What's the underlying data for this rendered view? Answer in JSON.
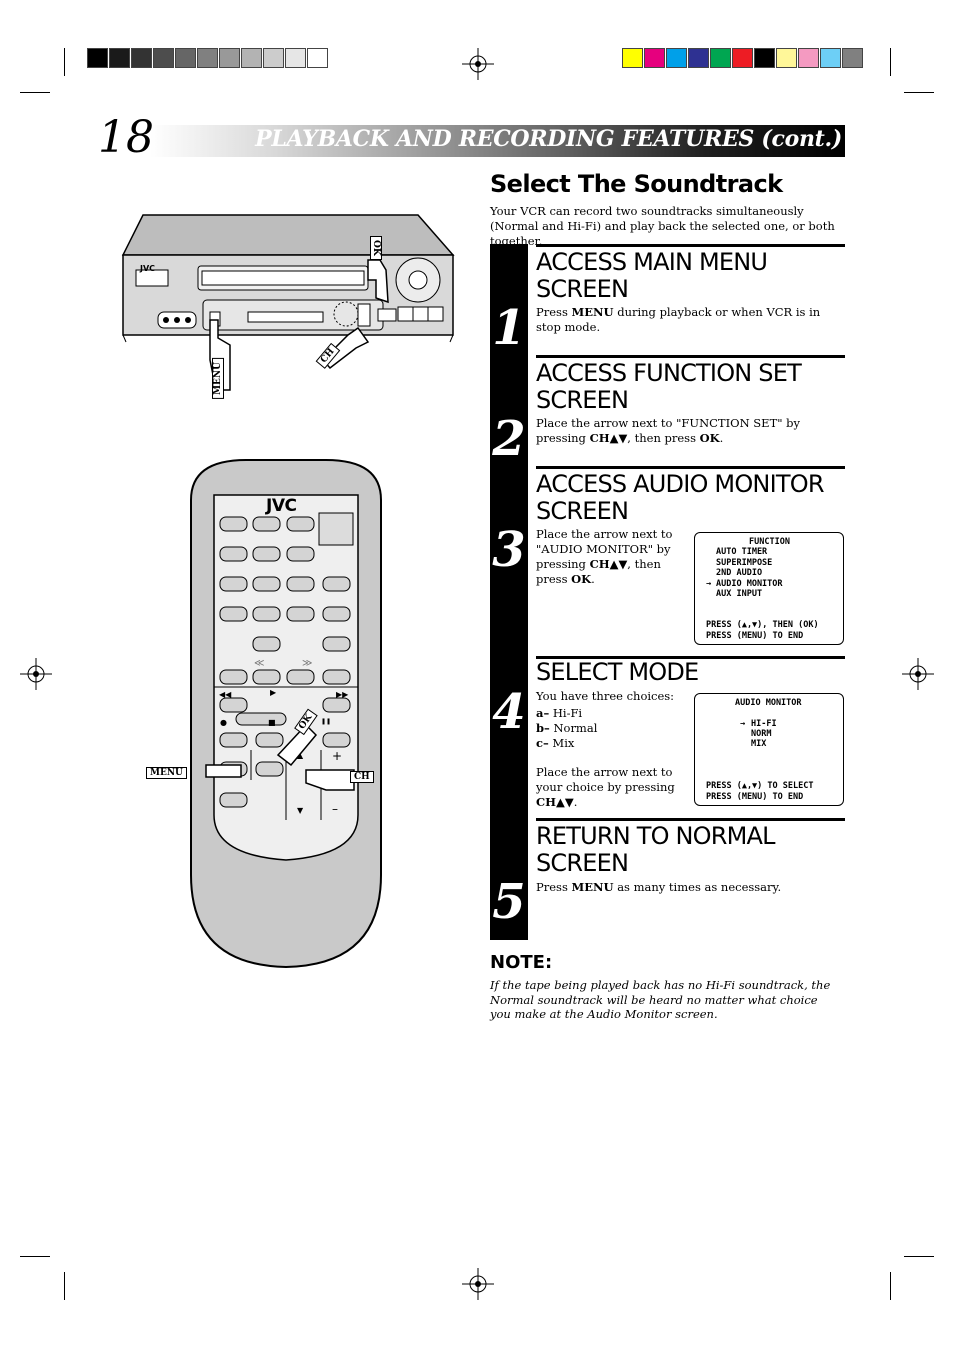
{
  "page_number": "18",
  "header_title": "PLAYBACK AND RECORDING FEATURES (cont.)",
  "section_title": "Select The Soundtrack",
  "intro": "Your VCR can record two soundtracks simultaneously (Normal and Hi-Fi) and play back the selected one, or both together.",
  "colors": {
    "gray_bar": [
      "#000000",
      "#1a1a1a",
      "#333333",
      "#4d4d4d",
      "#666666",
      "#808080",
      "#999999",
      "#b3b3b3",
      "#cccccc",
      "#e6e6e6",
      "#ffffff"
    ],
    "color_bar": [
      "#ffff00",
      "#e6007e",
      "#00a0e9",
      "#2e3192",
      "#00a651",
      "#ed1c24",
      "#000000",
      "#fff799",
      "#f49ac1",
      "#6dcff6",
      "#808080"
    ]
  },
  "steps": [
    {
      "number": "1",
      "title": "ACCESS MAIN MENU SCREEN",
      "body_pre": "Press ",
      "key1": "MENU",
      "body_post": " during playback or when VCR is in stop mode."
    },
    {
      "number": "2",
      "title": "ACCESS FUNCTION SET SCREEN",
      "body_pre": "Place the arrow next to \"FUNCTION SET\" by pressing ",
      "key1": "CH▲▼",
      "body_mid": ", then press ",
      "key2": "OK",
      "body_post": "."
    },
    {
      "number": "3",
      "title": "ACCESS AUDIO MONITOR SCREEN",
      "body_pre": "Place the arrow next to \"AUDIO MONITOR\" by pressing ",
      "key1": "CH▲▼",
      "body_mid": ", then press ",
      "key2": "OK",
      "body_post": ".",
      "screen": {
        "title": "FUNCTION",
        "items": [
          "AUTO TIMER",
          "SUPERIMPOSE",
          "2ND AUDIO",
          "AUDIO MONITOR",
          "AUX INPUT"
        ],
        "arrow": "→",
        "footer1": "PRESS (▲,▼), THEN (OK)",
        "footer2": "PRESS (MENU) TO END"
      }
    },
    {
      "number": "4",
      "title": "SELECT MODE",
      "intro": "You have three choices:",
      "choices": [
        {
          "letter": "a–",
          "text": " Hi-Fi"
        },
        {
          "letter": "b–",
          "text": " Normal"
        },
        {
          "letter": "c–",
          "text": " Mix"
        }
      ],
      "body_pre": "Place the arrow next to your choice by pressing ",
      "key1": "CH▲▼",
      "body_post": ".",
      "screen": {
        "title": "AUDIO MONITOR",
        "items": [
          "HI-FI",
          "NORM",
          "MIX"
        ],
        "arrow": "→",
        "footer1": "PRESS (▲,▼) TO SELECT",
        "footer2": "PRESS (MENU) TO END"
      }
    },
    {
      "number": "5",
      "title": "RETURN TO NORMAL SCREEN",
      "body_pre": "Press ",
      "key1": "MENU",
      "body_post": " as many times as necessary."
    }
  ],
  "note_title": "NOTE:",
  "note_text": "If the tape being played back has no Hi-Fi soundtrack, the Normal soundtrack will be heard no matter what choice you make at the Audio Monitor screen.",
  "vcr_labels": {
    "brand": "JVC",
    "ok": "OK",
    "menu": "MENU",
    "ch": "CH"
  },
  "remote_labels": {
    "brand": "JVC",
    "ok": "OK",
    "menu": "MENU",
    "ch": "CH",
    "rew": "◀◀",
    "play": "▶",
    "ff": "▶▶",
    "rec": "●",
    "stop": "■",
    "pause": "❚❚",
    "up": "▲",
    "down": "▼",
    "plus": "+",
    "minus": "–",
    "rew_marks": "≪",
    "ff_marks": "≫"
  }
}
